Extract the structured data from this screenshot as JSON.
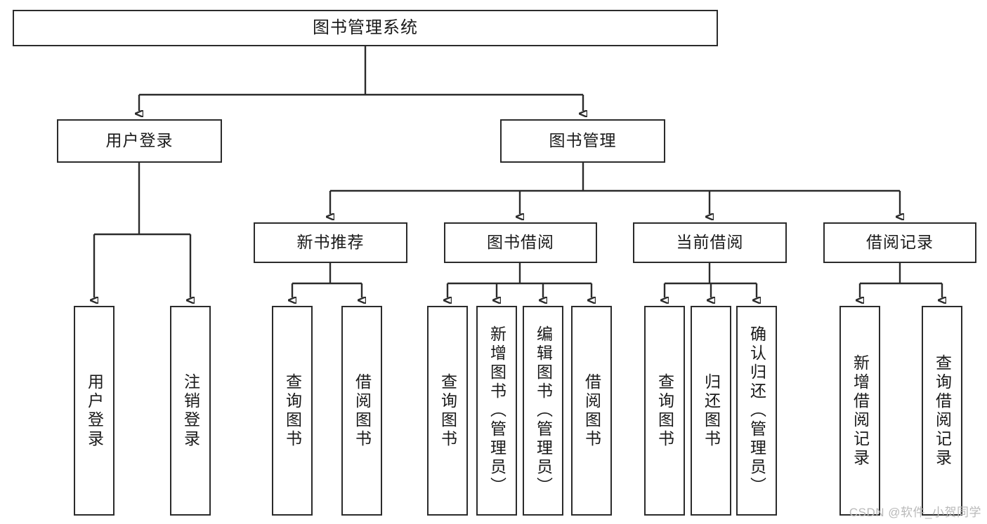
{
  "diagram": {
    "title": "图书管理系统",
    "type": "tree-hierarchy",
    "root": {
      "label": "图书管理系统"
    },
    "level2": [
      {
        "label": "用户登录"
      },
      {
        "label": "图书管理"
      }
    ],
    "level3": [
      {
        "label": "新书推荐"
      },
      {
        "label": "图书借阅"
      },
      {
        "label": "当前借阅"
      },
      {
        "label": "借阅记录"
      }
    ],
    "leaves": {
      "user_login": [
        {
          "label": "用户登录"
        },
        {
          "label": "注销登录"
        }
      ],
      "new_book_recommend": [
        {
          "label": "查询图书"
        },
        {
          "label": "借阅图书"
        }
      ],
      "book_borrow": [
        {
          "label": "查询图书"
        },
        {
          "label": "新增图书（管理员）"
        },
        {
          "label": "编辑图书（管理员）"
        },
        {
          "label": "借阅图书"
        }
      ],
      "current_borrow": [
        {
          "label": "查询图书"
        },
        {
          "label": "归还图书"
        },
        {
          "label": "确认归还（管理员）"
        }
      ],
      "borrow_record": [
        {
          "label": "新增借阅记录"
        },
        {
          "label": "查询借阅记录"
        }
      ]
    }
  },
  "watermark": {
    "text": "CSDN @软件_小贺同学"
  },
  "colors": {
    "stroke": "#2b2b2b",
    "text": "#1a1a1a",
    "background": "#ffffff",
    "watermark": "#b9b9b9"
  }
}
